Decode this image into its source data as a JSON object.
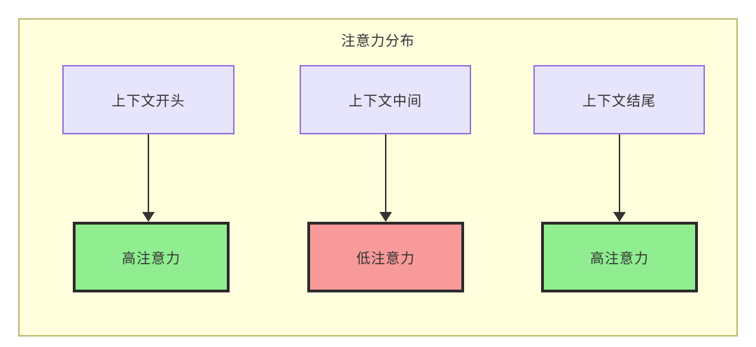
{
  "diagram": {
    "title": "注意力分布",
    "colors": {
      "container_fill": "#ffffde",
      "container_border": "#bdb76b",
      "source_fill": "#e7e5fb",
      "source_border": "#9370db",
      "high_attention_fill": "#90ee90",
      "low_attention_fill": "#f89a9a",
      "result_border": "#2d2b2b",
      "edge": "#333333",
      "text": "#333333"
    },
    "sources": [
      {
        "id": "context-start",
        "label": "上下文开头"
      },
      {
        "id": "context-middle",
        "label": "上下文中间"
      },
      {
        "id": "context-end",
        "label": "上下文结尾"
      }
    ],
    "results": [
      {
        "id": "high-attention-start",
        "label": "高注意力",
        "level": "high"
      },
      {
        "id": "low-attention-middle",
        "label": "低注意力",
        "level": "low"
      },
      {
        "id": "high-attention-end",
        "label": "高注意力",
        "level": "high"
      }
    ],
    "edges": [
      {
        "from": "context-start",
        "to": "high-attention-start",
        "label": ""
      },
      {
        "from": "context-middle",
        "to": "low-attention-middle",
        "label": ""
      },
      {
        "from": "context-end",
        "to": "high-attention-end",
        "label": ""
      }
    ]
  }
}
